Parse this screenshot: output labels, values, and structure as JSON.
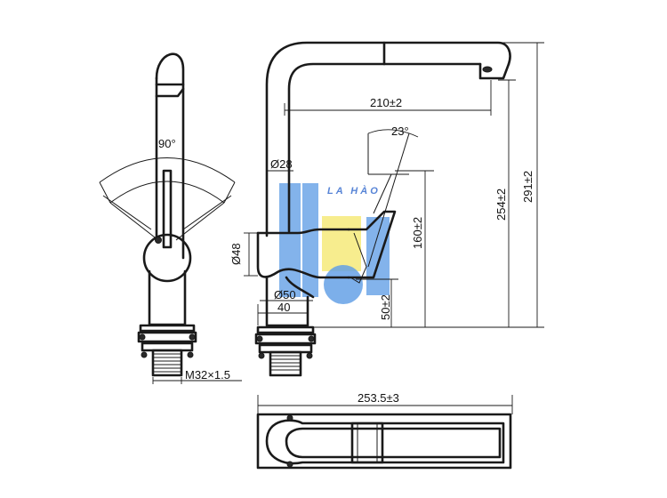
{
  "watermark": {
    "brand": "LA HÀO"
  },
  "side_view": {
    "angle_label": "90°",
    "thread_label": "M32×1.5"
  },
  "front_view": {
    "spout_reach": "210±2",
    "lever_angle": "23°",
    "pipe_diameter": "Ø28",
    "body_diameter": "Ø48",
    "base_diameter": "Ø50",
    "base_width": "40",
    "lever_height": "160±2",
    "outlet_height": "254±2",
    "total_height": "291±2",
    "body_offset": "50±2"
  },
  "top_view": {
    "total_length": "253.5±3"
  },
  "colors": {
    "line": "#1a1a1a",
    "watermark_blue": "#4a90e2",
    "watermark_yellow": "#f5e663"
  }
}
